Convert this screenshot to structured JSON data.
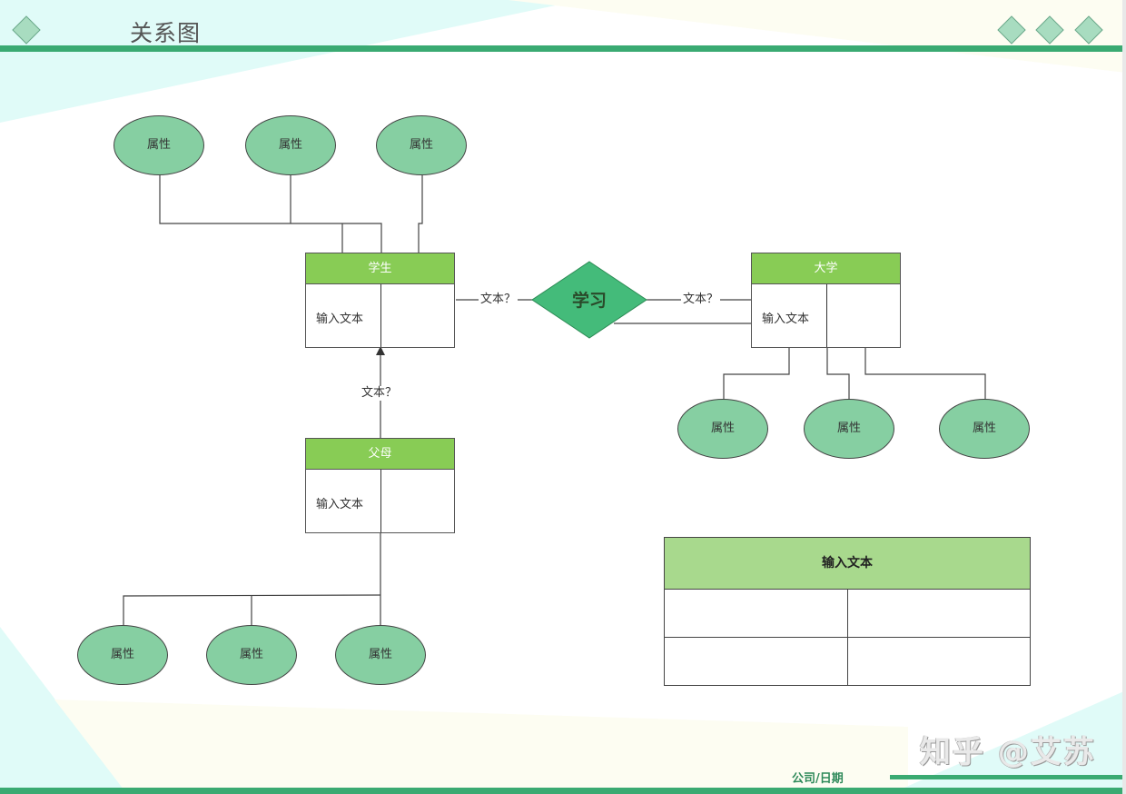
{
  "header": {
    "title": "关系图",
    "decor_left": "diamond-icon",
    "decor_right": [
      "diamond-icon",
      "diamond-icon",
      "diamond-icon"
    ]
  },
  "colors": {
    "accent_bar": "#3aaa72",
    "entity_header": "#88cc55",
    "attribute_fill": "#86cfa2",
    "relationship_fill": "#44bb7a",
    "table_header": "#a8d98d",
    "diamond_decor": "#a8dcc0"
  },
  "entities": {
    "student": {
      "name": "学生",
      "body_text": "输入文本"
    },
    "university": {
      "name": "大学",
      "body_text": "输入文本"
    },
    "parent": {
      "name": "父母",
      "body_text": "输入文本"
    }
  },
  "relationship": {
    "name": "学习"
  },
  "edge_labels": {
    "student_study": "文本？",
    "study_university": "文本？",
    "parent_student": "文本？"
  },
  "attributes": {
    "student": [
      "属性",
      "属性",
      "属性"
    ],
    "university": [
      "属性",
      "属性",
      "属性"
    ],
    "parent": [
      "属性",
      "属性",
      "属性"
    ]
  },
  "table": {
    "header": "输入文本",
    "rows": [
      [
        "",
        ""
      ],
      [
        "",
        ""
      ]
    ]
  },
  "footer": {
    "company_date": "公司/日期",
    "watermark": "知乎 @艾苏"
  }
}
